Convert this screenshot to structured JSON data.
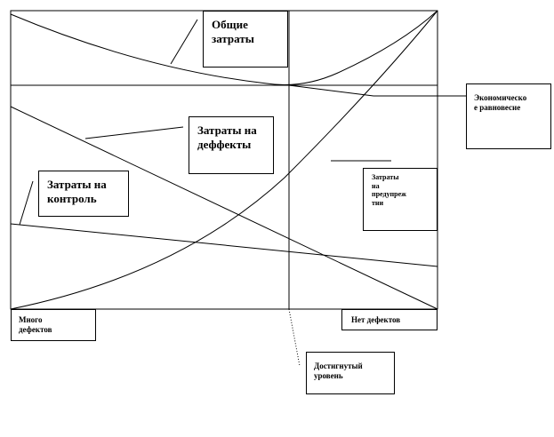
{
  "labels": {
    "total_costs": "Общие\nзатраты",
    "defect_costs": "Затраты на\nдеффекты",
    "control_costs": "Затраты на\nконтроль",
    "economic_equilibrium": "Экономическо\nе равновесие",
    "prevention_costs": "Затраты\nна\nпредупреж\nтни",
    "many_defects": "Много\nдефектов",
    "no_defects": "Нет дефектов",
    "achieved_level": "Достигнутый\nуровень"
  }
}
